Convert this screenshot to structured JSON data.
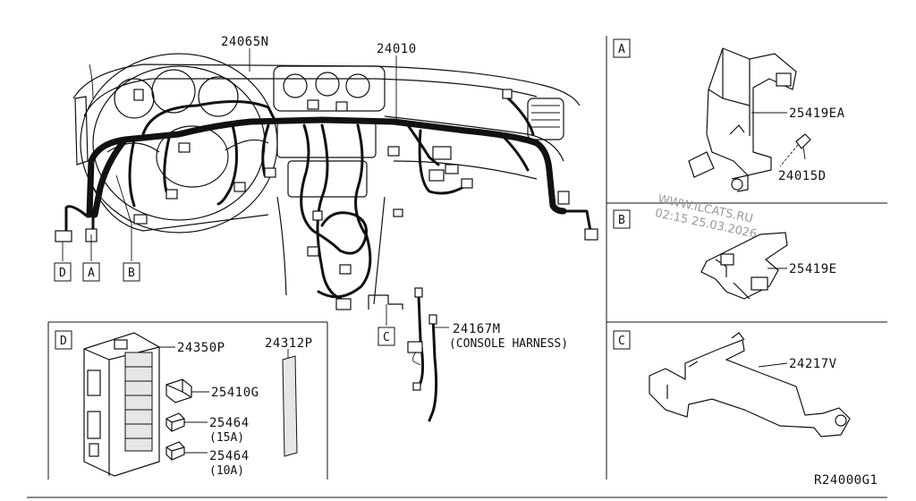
{
  "main": {
    "labels": {
      "harness_main": "24065N",
      "harness_dash": "24010",
      "console_harness_code": "24167M",
      "console_harness_name": "(CONSOLE HARNESS)"
    },
    "callouts": {
      "d": "D",
      "a": "A",
      "b": "B",
      "c": "C"
    }
  },
  "panel_a": {
    "tag": "A",
    "bracket": "25419EA",
    "bolt": "24015D"
  },
  "panel_b": {
    "tag": "B",
    "bracket": "25419E"
  },
  "panel_c": {
    "tag": "C",
    "bracket": "24217V"
  },
  "panel_d": {
    "tag": "D",
    "fuse_block": "24350P",
    "label_plate": "24312P",
    "relay": "25410G",
    "fuse_15a_code": "25464",
    "fuse_15a_rating": "(15A)",
    "fuse_10a_code": "25464",
    "fuse_10a_rating": "(10A)"
  },
  "watermark": {
    "line1": "WWW.ILCATS.RU",
    "line2": "02:15 25.03.2026"
  },
  "figure_code": "R24000G1"
}
